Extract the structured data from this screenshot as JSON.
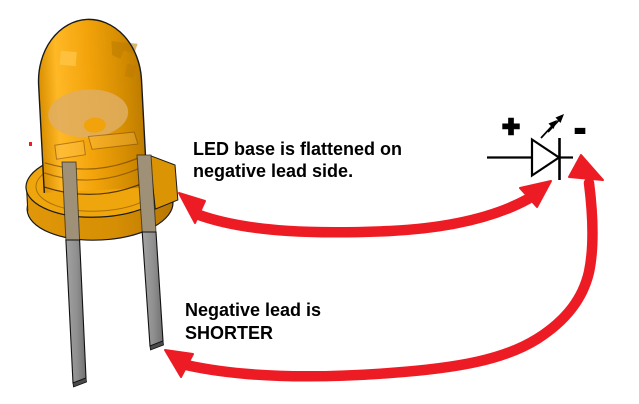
{
  "figure": {
    "title": "LED polarity diagram",
    "background": "#FFFFFF"
  },
  "led_render": {
    "description": "orange 5mm LED 3D render with flanged base and two leads",
    "colors": {
      "body_light": "#FFB826",
      "body_mid": "#F2A30A",
      "body_dark": "#BE7C00",
      "flange_top": "#EFA50C",
      "flange_side": "#D68E04",
      "flat_facet": "#DB9404",
      "inner_cup": "#DFAE62",
      "lead_gray": "#8F8F8F",
      "lead_tip_dark": "#4A4A4A",
      "outline": "#1A1A1A"
    },
    "leads": [
      {
        "name": "long-lead",
        "length": "long"
      },
      {
        "name": "short-lead",
        "length": "short"
      }
    ]
  },
  "annotations": {
    "arrow_color": "#ED1C24",
    "base_note": {
      "line1": "LED base is flattened on",
      "line2": "negative lead side."
    },
    "lead_note": {
      "line1": "Negative lead is",
      "line2": "SHORTER"
    }
  },
  "schematic": {
    "icon": "led-circuit-symbol-icon",
    "positive_label": "+",
    "negative_label": "-"
  }
}
